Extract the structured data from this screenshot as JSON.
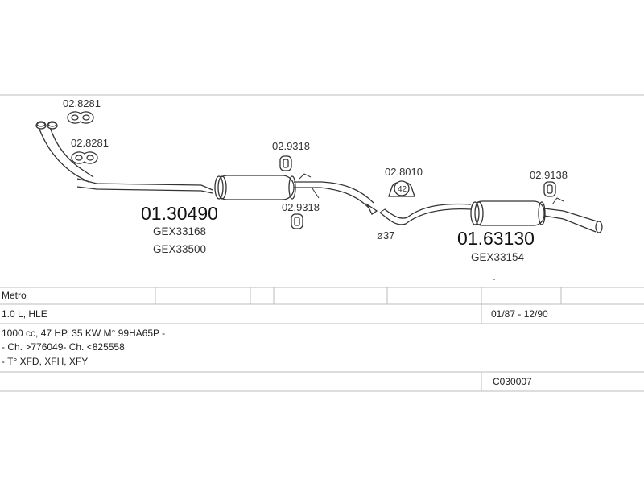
{
  "diagram": {
    "parts": {
      "p1": "02.8281",
      "p2": "02.8281",
      "p3": "02.9318",
      "p4": "02.9318",
      "p5": "02.8010",
      "p6": "02.9138",
      "front_section": "01.30490",
      "front_ref_1": "GEX33168",
      "front_ref_2": "GEX33500",
      "rear_section": "01.63130",
      "rear_ref_1": "GEX33154",
      "diameter": "ø37",
      "clamp_size": "42"
    }
  },
  "table": {
    "model": "Metro",
    "engine": "1.0 L, HLE",
    "period": "01/87 - 12/90",
    "spec": "1000 cc, 47 HP, 35 KW M° 99HA65P -",
    "chassis": "- Ch. >776049- Ch. <825558",
    "types": "- T° XFD, XFH, XFY",
    "code": "C030007"
  }
}
